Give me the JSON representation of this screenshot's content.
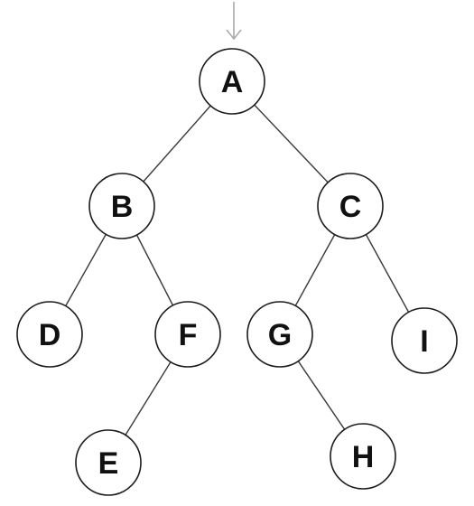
{
  "tree": {
    "root_arrow": true,
    "nodes": [
      {
        "id": "A",
        "label": "A"
      },
      {
        "id": "B",
        "label": "B"
      },
      {
        "id": "C",
        "label": "C"
      },
      {
        "id": "D",
        "label": "D"
      },
      {
        "id": "F",
        "label": "F"
      },
      {
        "id": "E",
        "label": "E"
      },
      {
        "id": "G",
        "label": "G"
      },
      {
        "id": "I",
        "label": "I"
      },
      {
        "id": "H",
        "label": "H"
      }
    ],
    "edges": [
      {
        "from": "A",
        "to": "B"
      },
      {
        "from": "A",
        "to": "C"
      },
      {
        "from": "B",
        "to": "D"
      },
      {
        "from": "B",
        "to": "F"
      },
      {
        "from": "F",
        "to": "E"
      },
      {
        "from": "C",
        "to": "G"
      },
      {
        "from": "C",
        "to": "I"
      },
      {
        "from": "G",
        "to": "H"
      }
    ]
  }
}
